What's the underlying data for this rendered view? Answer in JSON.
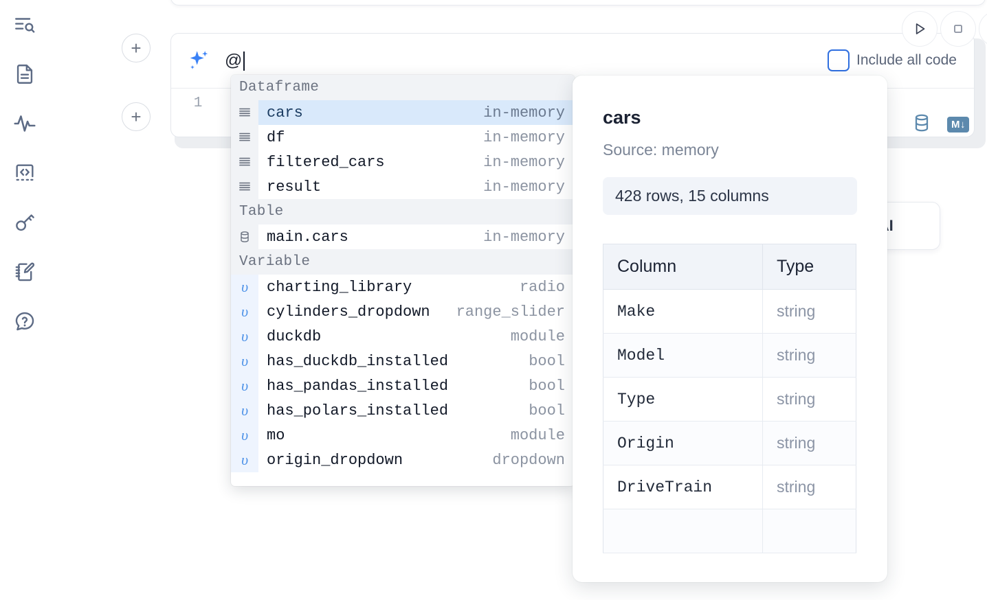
{
  "rail": {
    "items": [
      {
        "name": "explorer-search-icon",
        "label": "Explorer"
      },
      {
        "name": "document-icon",
        "label": "Notebook"
      },
      {
        "name": "activity-pulse-icon",
        "label": "Variables"
      },
      {
        "name": "code-brackets-icon",
        "label": "Snippets"
      },
      {
        "name": "key-icon",
        "label": "Secrets"
      },
      {
        "name": "notepad-edit-icon",
        "label": "Scratchpad"
      },
      {
        "name": "help-question-icon",
        "label": "Help"
      }
    ]
  },
  "toolbar": {
    "run_label": "Run",
    "stop_label": "Stop",
    "include_all_code_label": "Include all code",
    "include_all_code_checked": false
  },
  "cell": {
    "prompt_value": "@",
    "line_number": "1",
    "add_above_label": "+",
    "add_below_label": "+",
    "database_icon_label": "Data sources",
    "markdown_badge_label": "M",
    "ai_card_label": "h AI"
  },
  "completion_menu": {
    "sections": [
      {
        "title": "Dataframe",
        "icon": "dataframe-icon",
        "items": [
          {
            "name": "cars",
            "type": "in-memory",
            "selected": true
          },
          {
            "name": "df",
            "type": "in-memory",
            "selected": false
          },
          {
            "name": "filtered_cars",
            "type": "in-memory",
            "selected": false
          },
          {
            "name": "result",
            "type": "in-memory",
            "selected": false
          }
        ]
      },
      {
        "title": "Table",
        "icon": "table-database-icon",
        "items": [
          {
            "name": "main.cars",
            "type": "in-memory",
            "selected": false
          }
        ]
      },
      {
        "title": "Variable",
        "icon": "variable-icon",
        "items": [
          {
            "name": "charting_library",
            "type": "radio",
            "selected": false
          },
          {
            "name": "cylinders_dropdown",
            "type": "range_slider",
            "selected": false
          },
          {
            "name": "duckdb",
            "type": "module",
            "selected": false
          },
          {
            "name": "has_duckdb_installed",
            "type": "bool",
            "selected": false
          },
          {
            "name": "has_pandas_installed",
            "type": "bool",
            "selected": false
          },
          {
            "name": "has_polars_installed",
            "type": "bool",
            "selected": false
          },
          {
            "name": "mo",
            "type": "module",
            "selected": false
          },
          {
            "name": "origin_dropdown",
            "type": "dropdown",
            "selected": false
          }
        ]
      }
    ]
  },
  "preview": {
    "title": "cars",
    "source": "Source: memory",
    "stats": "428 rows, 15 columns",
    "columns_header": "Column",
    "type_header": "Type",
    "rows": [
      {
        "column": "Make",
        "type": "string"
      },
      {
        "column": "Model",
        "type": "string"
      },
      {
        "column": "Type",
        "type": "string"
      },
      {
        "column": "Origin",
        "type": "string"
      },
      {
        "column": "DriveTrain",
        "type": "string"
      }
    ]
  },
  "colors": {
    "accent_blue": "#3b82f6",
    "selection_blue": "#d9e9fb",
    "icon_gray": "#5d6b85",
    "badge_blue": "#5c89ad"
  }
}
